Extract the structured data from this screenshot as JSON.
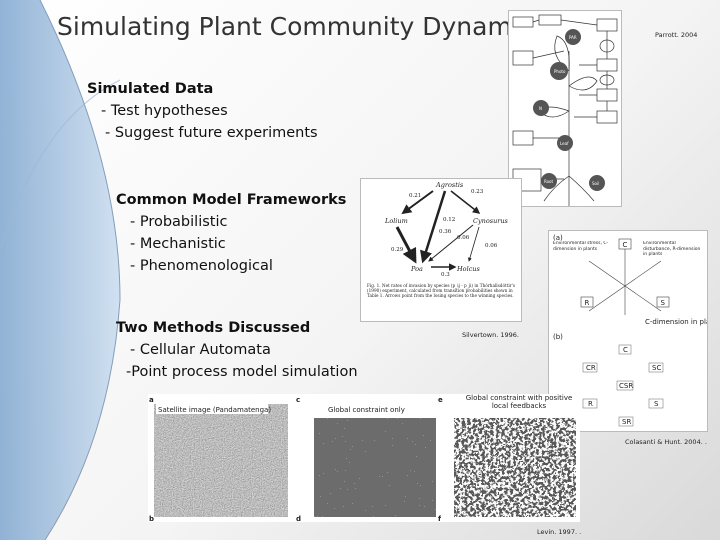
{
  "slide": {
    "title": "Simulating Plant Community Dynamics",
    "sections": [
      {
        "heading": "Simulated Data",
        "items": [
          "- Test hypotheses",
          "- Suggest future experiments"
        ]
      },
      {
        "heading": "Common Model Frameworks",
        "items": [
          "- Probabilistic",
          "- Mechanistic",
          "- Phenomenological"
        ]
      },
      {
        "heading": "Two Methods Discussed",
        "items": [
          "- Cellular Automata",
          "-Point process model simulation"
        ]
      }
    ],
    "captions": {
      "parrott": "Parrott. 2004",
      "silvertown": "Silvertown. 1996.",
      "colasanti": "Colasanti & Hunt. 2004. .",
      "levin": "Levin. 1997. ."
    }
  },
  "figures": {
    "plant_diagram": {
      "node_labels": [
        "PAR",
        "Photo",
        "N",
        "Leaf",
        "Root",
        "Soil"
      ]
    },
    "transition_network": {
      "species": [
        "Agrostis",
        "Lolium",
        "Cynosurus",
        "Poa",
        "Holcus"
      ],
      "edge_labels": [
        "0.21",
        "0.23",
        "0.12",
        "0.36",
        "0.06",
        "0.06",
        "0.29",
        "0.3"
      ],
      "fig_caption": "Fig. 1. Net rates of invasion by species (p_ij - p_ji) in Thórhallsdóttir's (1990) experiment, calculated from transition probabilities shown in Table 1. Arrows point from the losing species to the winning species."
    },
    "csr_diagram": {
      "panel_a": "(a)",
      "panel_b": "(b)",
      "label_left_top": "Environmental stress, C-dimension in plants",
      "label_right_top": "Environmental disturbance, R-dimension in plants",
      "label_bottom": "C-dimension in plants",
      "vertices": [
        "C",
        "R",
        "S"
      ],
      "grid_labels": [
        "C",
        "CR",
        "SC",
        "CSR",
        "R",
        "S",
        "SR"
      ]
    },
    "cellular_automata": {
      "panels": [
        {
          "letter": "a",
          "label": "Satellite image (Pandamatenga)",
          "sub": "b"
        },
        {
          "letter": "c",
          "label": "Global constraint only",
          "sub": "d"
        },
        {
          "letter": "e",
          "label": "Global constraint with positive local feedbacks",
          "sub": "f"
        }
      ]
    }
  }
}
